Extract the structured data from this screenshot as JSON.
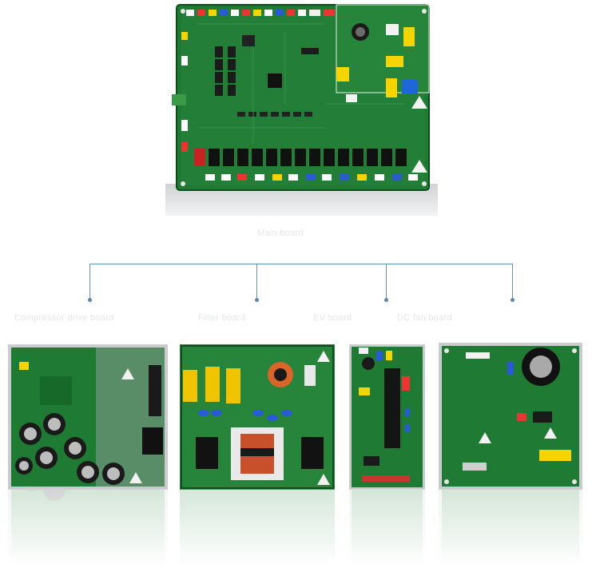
{
  "main_board": {
    "caption": "Main board"
  },
  "branches": [
    {
      "label": "Compressor drive board"
    },
    {
      "label": "Filter board"
    },
    {
      "label": "EV board"
    },
    {
      "label": "DC fan board"
    }
  ],
  "colors": {
    "pcb_green": "#1f7a33",
    "pcb_dark": "#135522",
    "connector_line": "#6a8fb4",
    "silver_frame": "#c9ccce"
  }
}
